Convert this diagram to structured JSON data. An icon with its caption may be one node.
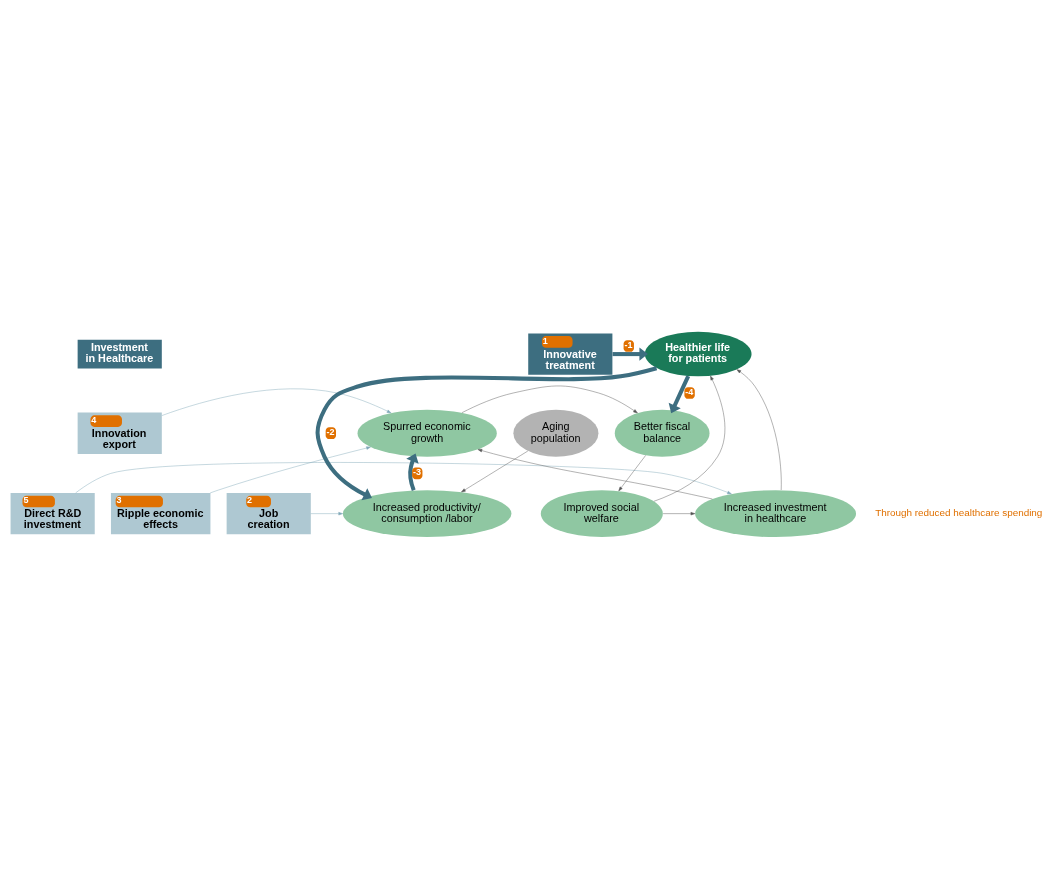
{
  "diagram": {
    "nodes": [
      {
        "text": [
          "Investment in Healthcare"
        ]
      },
      {
        "text": [
          "4",
          "Innovation export"
        ]
      },
      {
        "text": [
          "3",
          "Ripple economic effects"
        ]
      },
      {
        "text": [
          "2",
          "Job creation"
        ]
      },
      {
        "text": [
          "1",
          "Innovative treatment"
        ]
      },
      {
        "text": [
          "5",
          "Direct R&D investment"
        ]
      },
      {
        "text": [
          "Spurred economic growth"
        ]
      },
      {
        "text": [
          "Aging population"
        ]
      },
      {
        "text": [
          "Better fiscal balance"
        ]
      },
      {
        "text": [
          "Increased productivity/ consumption /labor"
        ]
      },
      {
        "text": [
          "Healthier life for patients"
        ]
      },
      {
        "text": [
          "Increased investment in healthcare"
        ]
      },
      {
        "text": [
          "Improved social welfare"
        ]
      }
    ],
    "edges": [
      {
        "from": 1,
        "to": 6,
        "arrow": "to",
        "color": "#7fa7b8"
      },
      {
        "from": 2,
        "to": 6,
        "arrow": "to",
        "color": "#7fa7b8"
      },
      {
        "from": 3,
        "to": 9,
        "arrow": "to",
        "color": "#7fa7b8"
      },
      {
        "from": 4,
        "to": 10,
        "arrow": "to",
        "label": "-1",
        "style": "thick",
        "color": "#3d6e80"
      },
      {
        "from": 5,
        "to": 11,
        "arrow": "to",
        "color": "#7fa7b8"
      },
      {
        "from": 10,
        "to": 9,
        "arrow": "to",
        "label": "-2",
        "style": "thick",
        "color": "#3d6e80"
      },
      {
        "from": 9,
        "to": 6,
        "arrow": "to",
        "label": "-3",
        "style": "thick",
        "color": "#3d6e80"
      },
      {
        "from": 10,
        "to": 8,
        "arrow": "to",
        "label": "-4",
        "style": "thick",
        "color": "#3d6e80"
      },
      {
        "from": 7,
        "to": 9,
        "arrow": "to"
      },
      {
        "from": 6,
        "to": 8,
        "arrow": "to"
      },
      {
        "from": 8,
        "to": 12,
        "arrow": "to"
      },
      {
        "from": 12,
        "to": 10,
        "arrow": "to"
      },
      {
        "from": 12,
        "to": 11,
        "arrow": "to"
      },
      {
        "from": 11,
        "to": 6,
        "arrow": "to"
      },
      {
        "from": 11,
        "to": 10,
        "arrow": "to"
      }
    ],
    "labels": [
      "Through reduced healthcare spending"
    ]
  }
}
